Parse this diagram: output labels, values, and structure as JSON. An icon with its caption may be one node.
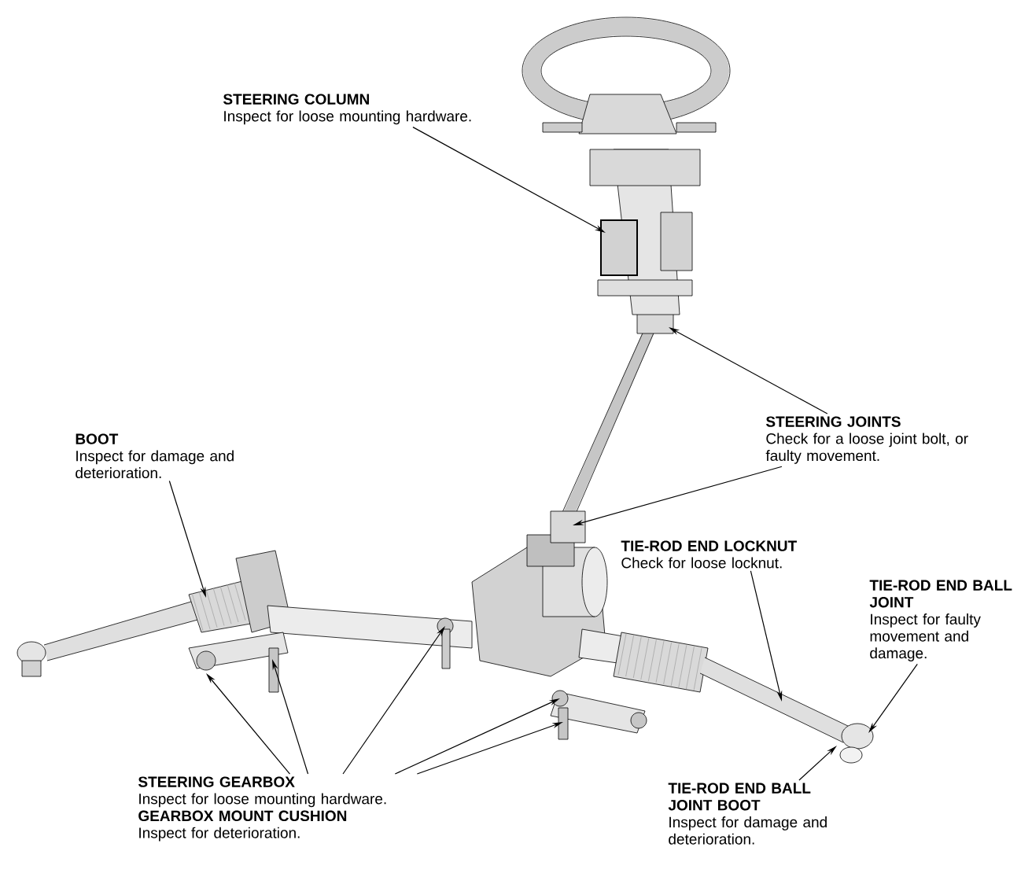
{
  "diagram": {
    "nodes": [
      {
        "text": [
          "STEERING COLUMN",
          "Inspect for loose mounting hardware."
        ]
      },
      {
        "text": [
          "STEERING JOINTS",
          "Check for a loose joint bolt, or faulty movement."
        ]
      },
      {
        "text": [
          "BOOT",
          "Inspect for damage and deterioration."
        ]
      },
      {
        "text": [
          "TIE-ROD END LOCKNUT",
          "Check for loose locknut."
        ]
      },
      {
        "text": [
          "TIE-ROD END BALL JOINT",
          "Inspect for faulty movement and damage."
        ]
      },
      {
        "text": [
          "STEERING GEARBOX",
          "Inspect for loose mounting hardware.",
          "GEARBOX MOUNT CUSHION",
          "Inspect for deterioration."
        ]
      },
      {
        "text": [
          "TIE-ROD END BALL JOINT BOOT",
          "Inspect for damage and deterioration."
        ]
      }
    ],
    "edges": [
      {
        "from": 0,
        "to": null,
        "arrow": "to"
      },
      {
        "from": 1,
        "to": null,
        "arrow": "to"
      },
      {
        "from": 1,
        "to": null,
        "arrow": "to"
      },
      {
        "from": 2,
        "to": null,
        "arrow": "to"
      },
      {
        "from": 3,
        "to": null,
        "arrow": "to"
      },
      {
        "from": 4,
        "to": null,
        "arrow": "to"
      },
      {
        "from": 5,
        "to": null,
        "arrow": "to"
      },
      {
        "from": 5,
        "to": null,
        "arrow": "to"
      },
      {
        "from": 5,
        "to": null,
        "arrow": "to"
      },
      {
        "from": 5,
        "to": null,
        "arrow": "to"
      },
      {
        "from": 5,
        "to": null,
        "arrow": "to"
      },
      {
        "from": 6,
        "to": null,
        "arrow": "to"
      }
    ]
  }
}
